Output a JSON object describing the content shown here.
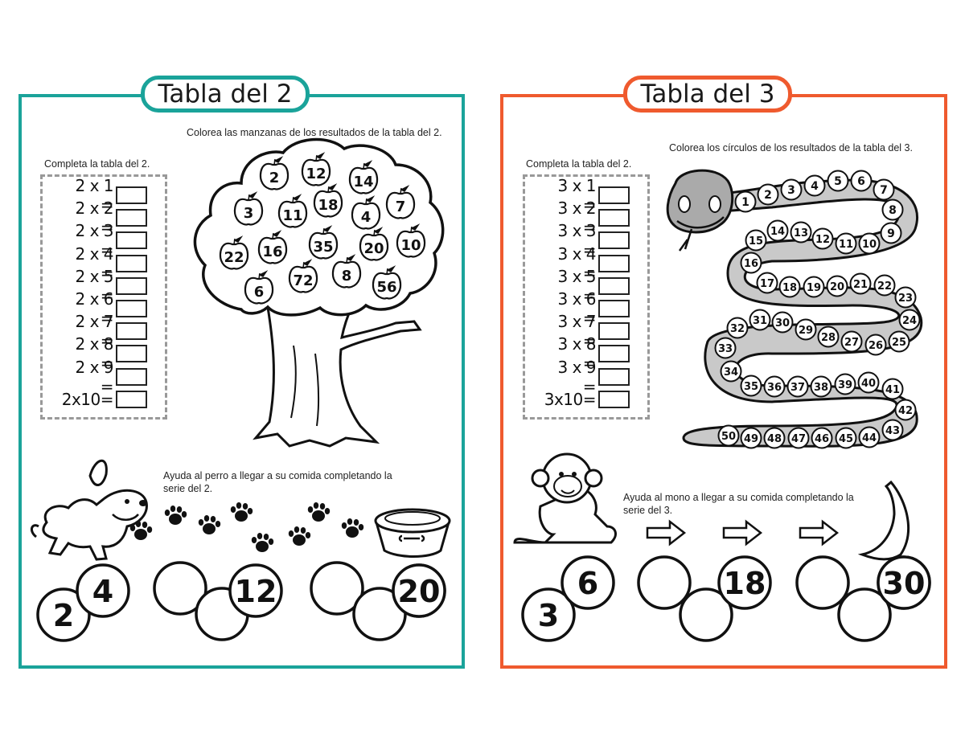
{
  "colors": {
    "left_accent": "#1aa39a",
    "right_accent": "#ef5a2e",
    "snake_fill": "#c9c9c9",
    "ink": "#111111"
  },
  "left": {
    "title": "Tabla del 2",
    "apple_instruction": "Colorea las manzanas de los resultados de la tabla del 2.",
    "table_instruction": "Completa la tabla del 2.",
    "equations": [
      "2 x 1 =",
      "2 x 2 =",
      "2 x 3 =",
      "2 x 4 =",
      "2 x 5 =",
      "2 x 6 =",
      "2 x 7 =",
      "2 x 8 =",
      "2 x 9 =",
      "2x10="
    ],
    "apples": [
      "2",
      "12",
      "14",
      "3",
      "11",
      "18",
      "4",
      "7",
      "22",
      "16",
      "35",
      "20",
      "10",
      "6",
      "72",
      "8",
      "56"
    ],
    "series_instruction": "Ayuda al perro a llegar a su comida completando la serie del 2.",
    "series": [
      "2",
      "4",
      "",
      "",
      "12",
      "",
      "",
      "",
      "20"
    ],
    "icons": [
      "tree-illustration",
      "dog-illustration",
      "paw-print-icon",
      "dog-bowl-icon"
    ]
  },
  "right": {
    "title": "Tabla del 3",
    "snake_instruction": "Colorea los círculos de los resultados de la tabla del 3.",
    "table_instruction": "Completa la tabla del 2.",
    "equations": [
      "3 x 1 =",
      "3 x 2 =",
      "3 x 3 =",
      "3 x 4 =",
      "3 x 5 =",
      "3 x 6 =",
      "3 x 7 =",
      "3 x 8 =",
      "3 x 9 =",
      "3x10="
    ],
    "snake_numbers": [
      "1",
      "2",
      "3",
      "4",
      "5",
      "6",
      "7",
      "8",
      "9",
      "10",
      "11",
      "12",
      "13",
      "14",
      "15",
      "16",
      "17",
      "18",
      "19",
      "20",
      "21",
      "22",
      "23",
      "24",
      "25",
      "26",
      "27",
      "28",
      "29",
      "30",
      "31",
      "32",
      "33",
      "34",
      "35",
      "36",
      "37",
      "38",
      "39",
      "40",
      "41",
      "42",
      "43",
      "44",
      "45",
      "46",
      "47",
      "48",
      "49",
      "50"
    ],
    "series_instruction": "Ayuda al mono a llegar a su comida completando la serie del 3.",
    "series": [
      "3",
      "6",
      "",
      "",
      "18",
      "",
      "",
      "",
      "30"
    ],
    "icons": [
      "snake-illustration",
      "monkey-illustration",
      "arrow-icon",
      "banana-icon"
    ]
  }
}
